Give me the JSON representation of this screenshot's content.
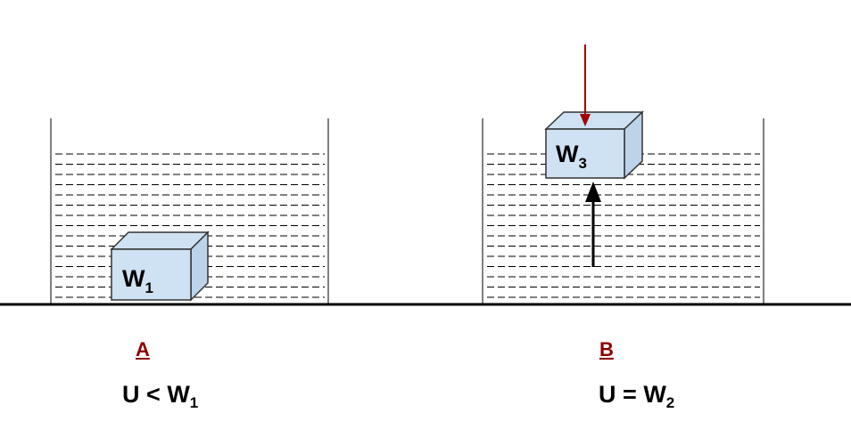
{
  "panels": [
    {
      "label": "A",
      "block": {
        "letter": "W",
        "index": "1"
      },
      "equation": {
        "lhs": "U",
        "operator": "<",
        "rhs_letter": "W",
        "rhs_index": "1"
      }
    },
    {
      "label": "B",
      "block": {
        "letter": "W",
        "index": "3"
      },
      "equation": {
        "lhs": "U",
        "operator": "=",
        "rhs_letter": "W",
        "rhs_index": "2"
      }
    }
  ],
  "colors": {
    "block_fill": "#cfe2f3",
    "block_stroke": "#333333",
    "label_color": "#8b0000",
    "down_arrow": "#a00000",
    "up_arrow": "#000000",
    "water_lines": "#000000"
  }
}
